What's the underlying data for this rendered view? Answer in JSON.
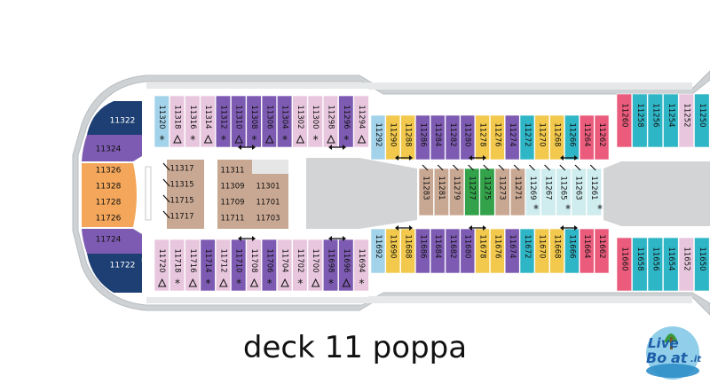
{
  "caption": "deck 11 poppa",
  "logo": {
    "line1": "Live",
    "line2": "Bo",
    "line3": "at",
    "suffix": ".it"
  },
  "colors": {
    "purple": "#7e5bb2",
    "pink": "#e8c7de",
    "blue": "#a3d3ea",
    "orange": "#f4a75b",
    "yellow": "#f2c94c",
    "teal": "#2fb6c6",
    "red": "#ea5b7c",
    "navy": "#1d3f73",
    "tan": "#c9a893",
    "green": "#33a24a",
    "lightcyan": "#cfecee",
    "hull": "#cfd2d4"
  },
  "cabins": {
    "top_aft": [
      {
        "n": "11320",
        "c": "blue",
        "m": "*"
      },
      {
        "n": "11318",
        "c": "pink",
        "m": "tri"
      },
      {
        "n": "11316",
        "c": "pink",
        "m": "*"
      },
      {
        "n": "11314",
        "c": "pink",
        "m": "tri"
      },
      {
        "n": "11312",
        "c": "purple",
        "m": "*"
      },
      {
        "n": "11310",
        "c": "purple",
        "m": "tri"
      },
      {
        "n": "11308",
        "c": "purple",
        "m": "*"
      },
      {
        "n": "11306",
        "c": "purple",
        "m": "tri"
      },
      {
        "n": "11304",
        "c": "purple",
        "m": "*"
      },
      {
        "n": "11302",
        "c": "pink",
        "m": "tri"
      },
      {
        "n": "11300",
        "c": "pink",
        "m": "*"
      },
      {
        "n": "11298",
        "c": "pink",
        "m": "tri"
      },
      {
        "n": "11296",
        "c": "purple",
        "m": "*"
      },
      {
        "n": "11294",
        "c": "pink",
        "m": "tri"
      }
    ],
    "top_fwd": [
      {
        "n": "11292",
        "c": "blue"
      },
      {
        "n": "11290",
        "c": "yellow"
      },
      {
        "n": "11288",
        "c": "yellow"
      },
      {
        "n": "11286",
        "c": "purple"
      },
      {
        "n": "11284",
        "c": "purple"
      },
      {
        "n": "11282",
        "c": "purple"
      },
      {
        "n": "11280",
        "c": "purple"
      },
      {
        "n": "11278",
        "c": "yellow"
      },
      {
        "n": "11276",
        "c": "yellow"
      },
      {
        "n": "11274",
        "c": "purple"
      },
      {
        "n": "11272",
        "c": "teal"
      },
      {
        "n": "11270",
        "c": "yellow"
      },
      {
        "n": "11268",
        "c": "yellow"
      },
      {
        "n": "11266",
        "c": "teal"
      },
      {
        "n": "11264",
        "c": "red"
      },
      {
        "n": "11262",
        "c": "red"
      }
    ],
    "top_far": [
      {
        "n": "11260",
        "c": "red"
      },
      {
        "n": "11258",
        "c": "teal"
      },
      {
        "n": "11256",
        "c": "teal"
      },
      {
        "n": "11254",
        "c": "teal"
      },
      {
        "n": "11252",
        "c": "pink"
      },
      {
        "n": "11250",
        "c": "teal"
      }
    ],
    "bot_aft": [
      {
        "n": "11720",
        "c": "pink",
        "m": "tri"
      },
      {
        "n": "11718",
        "c": "pink",
        "m": "*"
      },
      {
        "n": "11716",
        "c": "pink",
        "m": "tri"
      },
      {
        "n": "11714",
        "c": "purple",
        "m": "*"
      },
      {
        "n": "11712",
        "c": "pink",
        "m": "tri"
      },
      {
        "n": "11710",
        "c": "purple",
        "m": "*"
      },
      {
        "n": "11708",
        "c": "pink",
        "m": "tri"
      },
      {
        "n": "11706",
        "c": "purple",
        "m": "*"
      },
      {
        "n": "11704",
        "c": "pink",
        "m": "tri"
      },
      {
        "n": "11702",
        "c": "pink",
        "m": "*"
      },
      {
        "n": "11700",
        "c": "pink",
        "m": "tri"
      },
      {
        "n": "11698",
        "c": "purple",
        "m": "*"
      },
      {
        "n": "11696",
        "c": "purple",
        "m": "tri"
      },
      {
        "n": "11694",
        "c": "pink",
        "m": "*"
      }
    ],
    "bot_fwd": [
      {
        "n": "11692",
        "c": "blue"
      },
      {
        "n": "11690",
        "c": "yellow"
      },
      {
        "n": "11688",
        "c": "yellow"
      },
      {
        "n": "11686",
        "c": "purple"
      },
      {
        "n": "11684",
        "c": "purple"
      },
      {
        "n": "11682",
        "c": "purple"
      },
      {
        "n": "11680",
        "c": "purple"
      },
      {
        "n": "11678",
        "c": "yellow"
      },
      {
        "n": "11676",
        "c": "yellow"
      },
      {
        "n": "11674",
        "c": "purple"
      },
      {
        "n": "11672",
        "c": "teal"
      },
      {
        "n": "11670",
        "c": "yellow"
      },
      {
        "n": "11668",
        "c": "yellow"
      },
      {
        "n": "11666",
        "c": "teal"
      },
      {
        "n": "11664",
        "c": "red"
      },
      {
        "n": "11662",
        "c": "red"
      }
    ],
    "bot_far": [
      {
        "n": "11660",
        "c": "red"
      },
      {
        "n": "11658",
        "c": "teal"
      },
      {
        "n": "11656",
        "c": "teal"
      },
      {
        "n": "11654",
        "c": "teal"
      },
      {
        "n": "11652",
        "c": "pink"
      },
      {
        "n": "11650",
        "c": "teal"
      }
    ],
    "mid": [
      {
        "n": "11283",
        "c": "tan"
      },
      {
        "n": "11281",
        "c": "tan"
      },
      {
        "n": "11279",
        "c": "tan"
      },
      {
        "n": "11277",
        "c": "green"
      },
      {
        "n": "11275",
        "c": "green"
      },
      {
        "n": "11273",
        "c": "tan"
      },
      {
        "n": "11271",
        "c": "tan"
      },
      {
        "n": "11269",
        "c": "lightcyan"
      },
      {
        "n": "11267",
        "c": "lightcyan"
      },
      {
        "n": "11265",
        "c": "lightcyan"
      },
      {
        "n": "11263",
        "c": "lightcyan"
      },
      {
        "n": "11261",
        "c": "lightcyan"
      }
    ],
    "aft_suites": [
      {
        "n": "11322",
        "c": "navy",
        "m": "*"
      },
      {
        "n": "11324",
        "c": "purple"
      },
      {
        "n": "11326",
        "c": "orange"
      },
      {
        "n": "11328",
        "c": "orange"
      },
      {
        "n": "11728",
        "c": "orange"
      },
      {
        "n": "11726",
        "c": "orange"
      },
      {
        "n": "11724",
        "c": "purple"
      },
      {
        "n": "11722",
        "c": "navy",
        "m": "*"
      }
    ],
    "block_a": [
      "11317",
      "11315",
      "11715",
      "11717"
    ],
    "block_b": [
      [
        "11311",
        ""
      ],
      [
        "11309",
        "11301"
      ],
      [
        "11709",
        "11701"
      ],
      [
        "11711",
        "11703"
      ]
    ]
  }
}
